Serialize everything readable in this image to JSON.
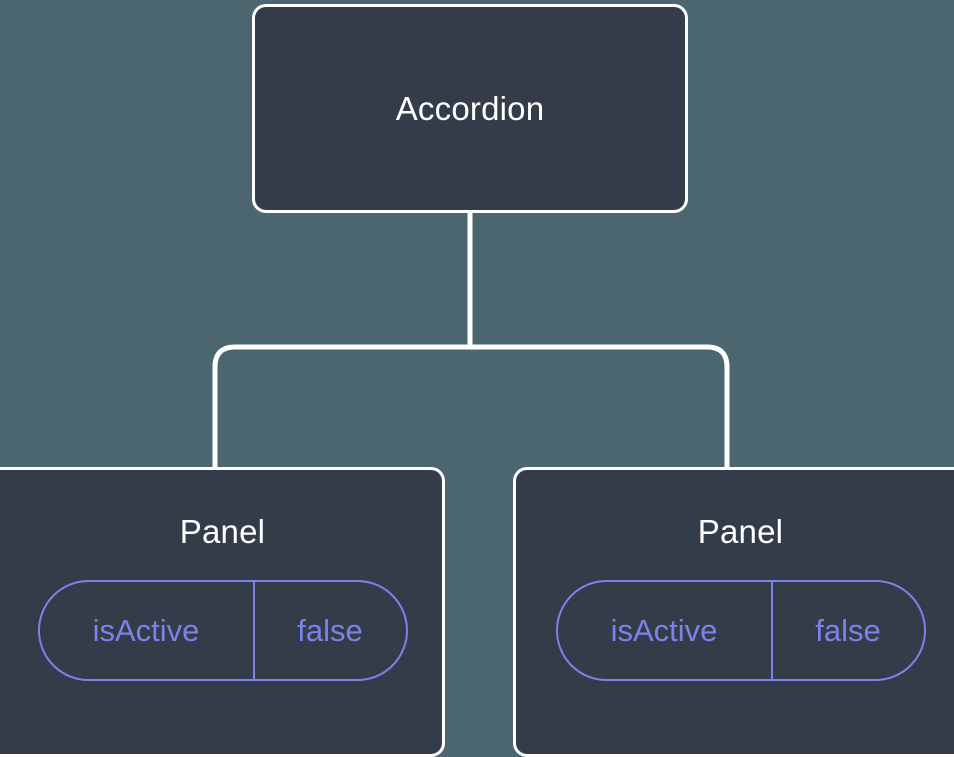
{
  "canvas": {
    "background_color": "#4c6670",
    "node_fill_color": "#343b49",
    "node_border_color": "#ffffff",
    "edge_color": "#ffffff",
    "pill_color": "#7c83e8",
    "title_color": "#ffffff"
  },
  "tree": {
    "root": {
      "label": "Accordion"
    },
    "children": [
      {
        "label": "Panel",
        "props": [
          {
            "key": "isActive",
            "value": "false"
          }
        ]
      },
      {
        "label": "Panel",
        "props": [
          {
            "key": "isActive",
            "value": "false"
          }
        ]
      }
    ]
  }
}
